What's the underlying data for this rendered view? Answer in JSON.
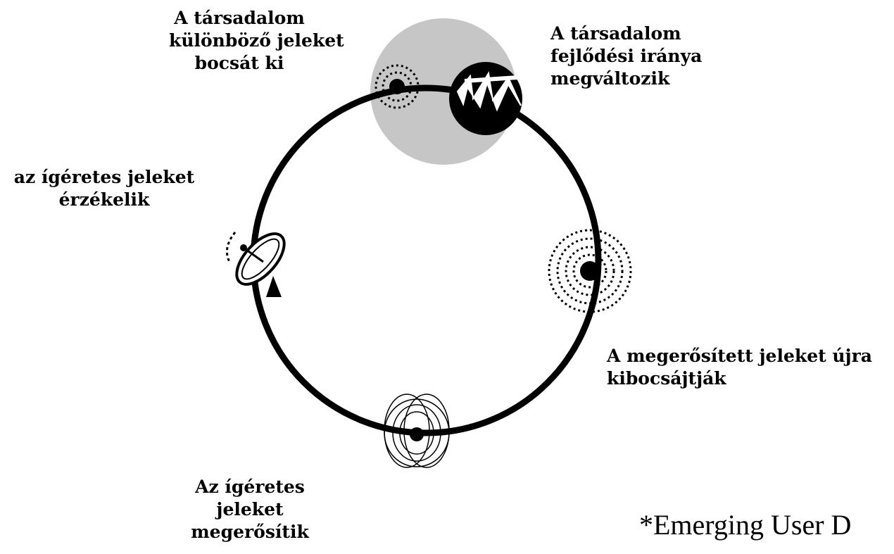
{
  "labels": {
    "emit_signals": [
      "A társadalom",
      "különböző jeleket",
      "bocsát ki"
    ],
    "direction_changes": [
      "A társadalom",
      "fejlődési iránya",
      "megváltozik"
    ],
    "perceive_signals": [
      "az ígéretes jeleket",
      "érzékelik"
    ],
    "reemit_signals": [
      "A megerősített jeleket újra",
      "kibocsájtják"
    ],
    "amplify_signals": [
      "Az ígéretes",
      "jeleket",
      "megerősítik"
    ]
  },
  "footnote": "*Emerging User D",
  "colors": {
    "cycle": "#000000",
    "society_disc": "#c6c6c6",
    "background": "#ffffff"
  },
  "icons": [
    "signal-source-icon",
    "direction-change-icon",
    "satellite-dish-icon",
    "amplified-signal-icon",
    "reemitted-signal-icon"
  ]
}
